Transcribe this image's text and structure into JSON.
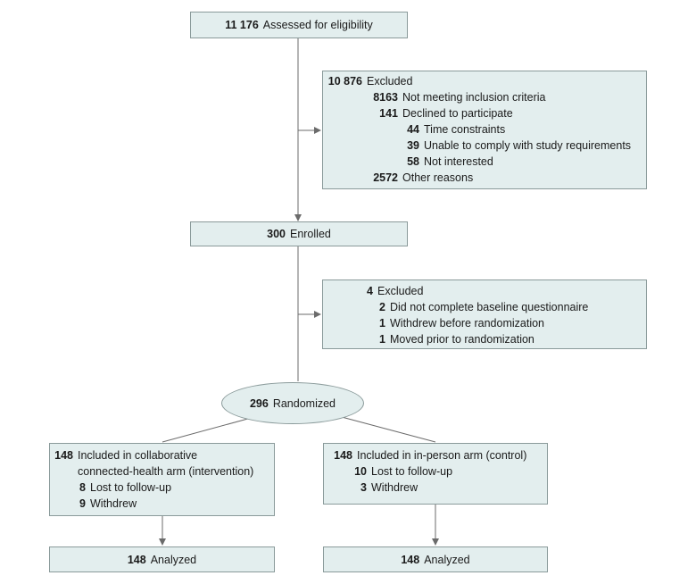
{
  "colors": {
    "box_fill": "#e3eeee",
    "box_border": "#8a9a9a",
    "line": "#6b6b6b"
  },
  "assessed": {
    "n": "11 176",
    "label": "Assessed for eligibility"
  },
  "excluded1": {
    "n": "10 876",
    "label": "Excluded",
    "items": [
      {
        "n": "8163",
        "label": "Not meeting inclusion criteria"
      },
      {
        "n": "141",
        "label": "Declined to participate"
      },
      {
        "n": "44",
        "label": "Time constraints"
      },
      {
        "n": "39",
        "label": "Unable to comply with study requirements"
      },
      {
        "n": "58",
        "label": "Not interested"
      },
      {
        "n": "2572",
        "label": "Other reasons"
      }
    ]
  },
  "enrolled": {
    "n": "300",
    "label": "Enrolled"
  },
  "excluded2": {
    "n": "4",
    "label": "Excluded",
    "items": [
      {
        "n": "2",
        "label": "Did not complete baseline questionnaire"
      },
      {
        "n": "1",
        "label": "Withdrew before randomization"
      },
      {
        "n": "1",
        "label": "Moved prior to randomization"
      }
    ]
  },
  "randomized": {
    "n": "296",
    "label": "Randomized"
  },
  "arm_left": {
    "n": "148",
    "label_line1": "Included in collaborative",
    "label_line2": "connected-health arm (intervention)",
    "items": [
      {
        "n": "8",
        "label": "Lost to follow-up"
      },
      {
        "n": "9",
        "label": "Withdrew"
      }
    ]
  },
  "arm_right": {
    "n": "148",
    "label": "Included in in-person arm (control)",
    "items": [
      {
        "n": "10",
        "label": "Lost to follow-up"
      },
      {
        "n": "3",
        "label": "Withdrew"
      }
    ]
  },
  "analyzed_left": {
    "n": "148",
    "label": "Analyzed"
  },
  "analyzed_right": {
    "n": "148",
    "label": "Analyzed"
  }
}
